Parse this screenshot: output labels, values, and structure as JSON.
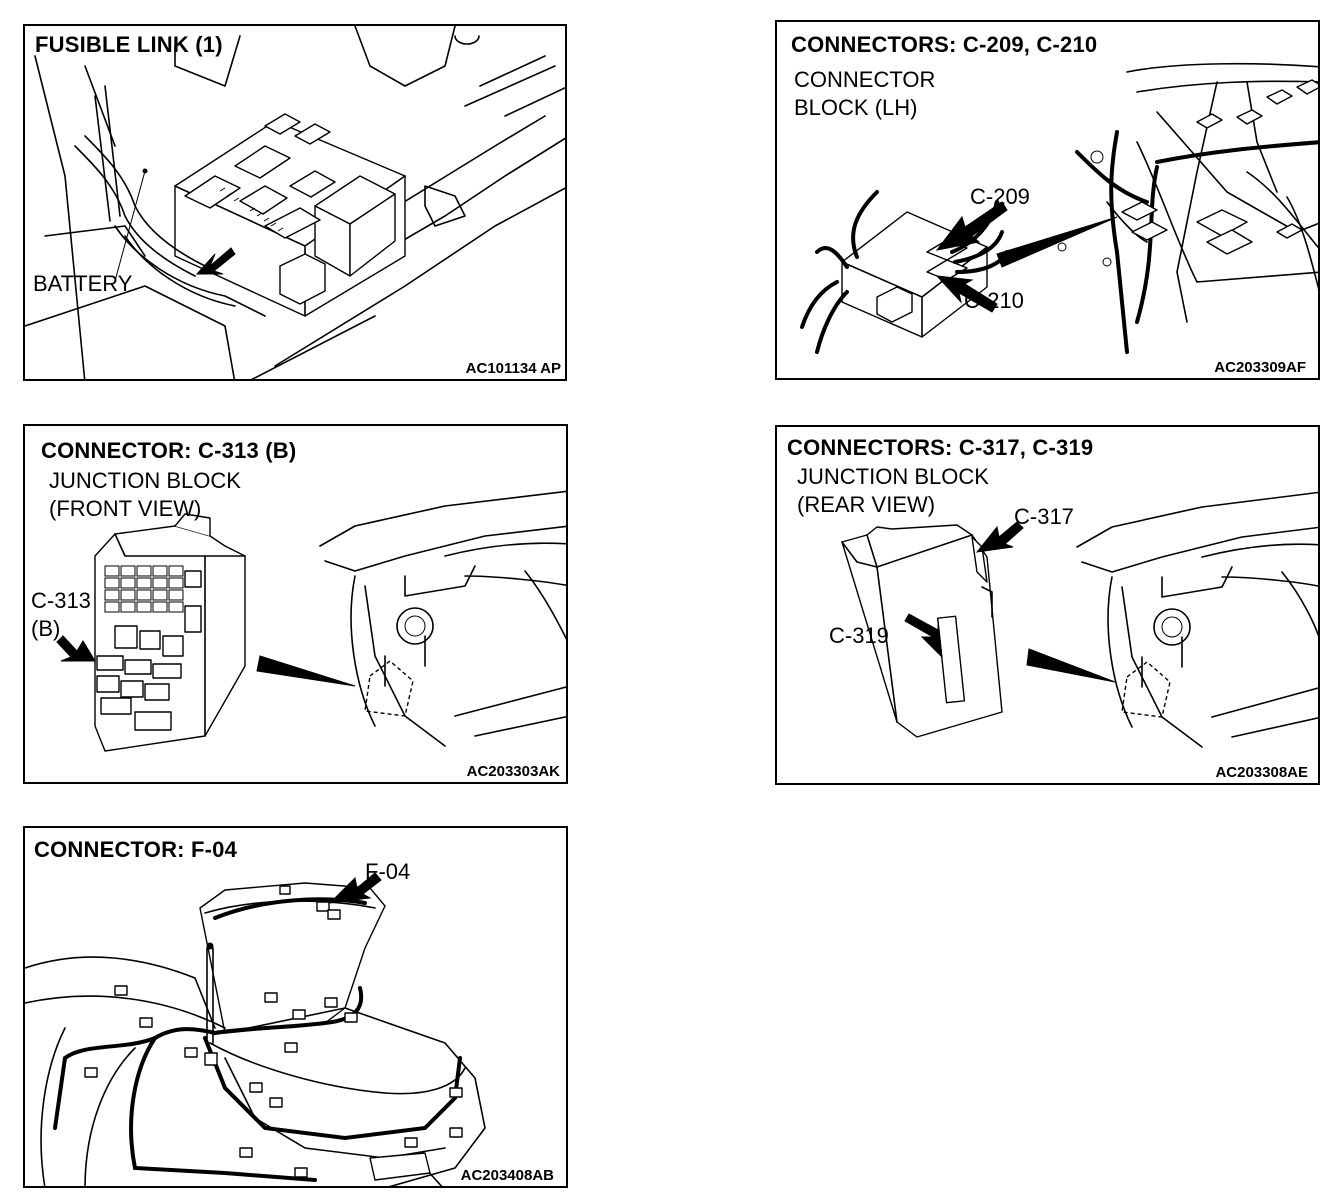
{
  "panels": {
    "fusible_link": {
      "title": "FUSIBLE LINK (1)",
      "labels": {
        "battery": "BATTERY"
      },
      "code": "AC101134 AP"
    },
    "c209_c210": {
      "title": "CONNECTORS: C-209, C-210",
      "subtitle_line1": "CONNECTOR",
      "subtitle_line2": "BLOCK (LH)",
      "labels": {
        "c209": "C-209",
        "c210": "C-210"
      },
      "code": "AC203309AF"
    },
    "c313": {
      "title": "CONNECTOR: C-313 (B)",
      "subtitle_line1": "JUNCTION BLOCK",
      "subtitle_line2": "(FRONT VIEW)",
      "labels": {
        "c313_line1": "C-313",
        "c313_line2": "(B)"
      },
      "code": "AC203303AK"
    },
    "c317_c319": {
      "title": "CONNECTORS: C-317, C-319",
      "subtitle_line1": "JUNCTION BLOCK",
      "subtitle_line2": "(REAR VIEW)",
      "labels": {
        "c317": "C-317",
        "c319": "C-319"
      },
      "code": "AC203308AE"
    },
    "f04": {
      "title": "CONNECTOR: F-04",
      "labels": {
        "f04": "F-04"
      },
      "code": "AC203408AB"
    }
  }
}
